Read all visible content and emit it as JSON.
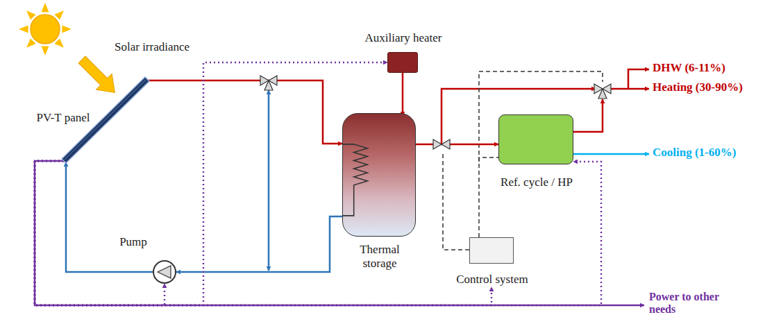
{
  "diagram": {
    "nodes": [
      {
        "text": [
          "PV-T panel"
        ]
      },
      {
        "text": [
          "Auxiliary heater"
        ]
      },
      {
        "text": [
          "Thermal storage"
        ]
      },
      {
        "text": [
          "Ref. cycle / HP"
        ]
      },
      {
        "text": [
          "Control system"
        ]
      },
      {
        "text": [
          "Pump"
        ]
      }
    ],
    "edges": [
      {
        "from": 0,
        "to": 2,
        "arrow": "to"
      },
      {
        "from": 2,
        "to": 5,
        "arrow": "to"
      },
      {
        "from": 5,
        "to": 0,
        "arrow": "to"
      },
      {
        "from": 1,
        "to": 2,
        "arrow": "to"
      },
      {
        "from": 2,
        "to": 3,
        "arrow": "to"
      },
      {
        "from": 4,
        "to": 3,
        "arrow": "none"
      },
      {
        "from": 0,
        "to": 5,
        "arrow": "to"
      },
      {
        "from": 0,
        "to": 4,
        "arrow": "to"
      },
      {
        "from": 0,
        "to": 3,
        "arrow": "to"
      },
      {
        "from": 0,
        "to": 1,
        "arrow": "to"
      }
    ],
    "labels": [
      "Solar irradiance",
      "DHW (6-11%)",
      "Heating (30-90%)",
      "Cooling (1-60%)",
      "Power to other needs"
    ]
  }
}
